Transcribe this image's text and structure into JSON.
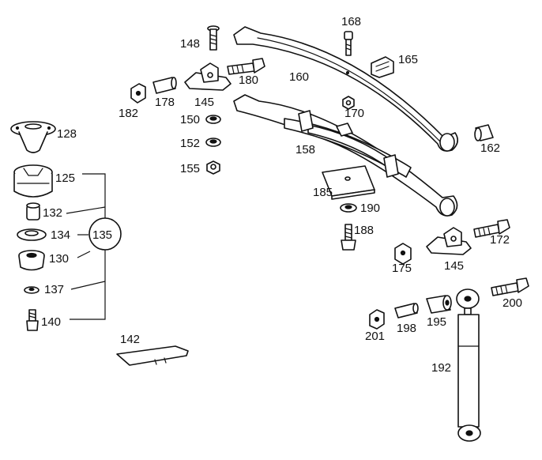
{
  "labels": {
    "p125": "125",
    "p128": "128",
    "p130": "130",
    "p132": "132",
    "p134": "134",
    "p135": "135",
    "p137": "137",
    "p140": "140",
    "p142": "142",
    "p145a": "145",
    "p145b": "145",
    "p148": "148",
    "p150": "150",
    "p152": "152",
    "p155": "155",
    "p158": "158",
    "p160": "160",
    "p162": "162",
    "p165": "165",
    "p168": "168",
    "p170": "170",
    "p172": "172",
    "p175": "175",
    "p178": "178",
    "p180": "180",
    "p182": "182",
    "p185": "185",
    "p188": "188",
    "p190": "190",
    "p192": "192",
    "p195": "195",
    "p198": "198",
    "p200": "200",
    "p201": "201"
  },
  "colors": {
    "ink": "#111111",
    "paper": "#ffffff"
  }
}
